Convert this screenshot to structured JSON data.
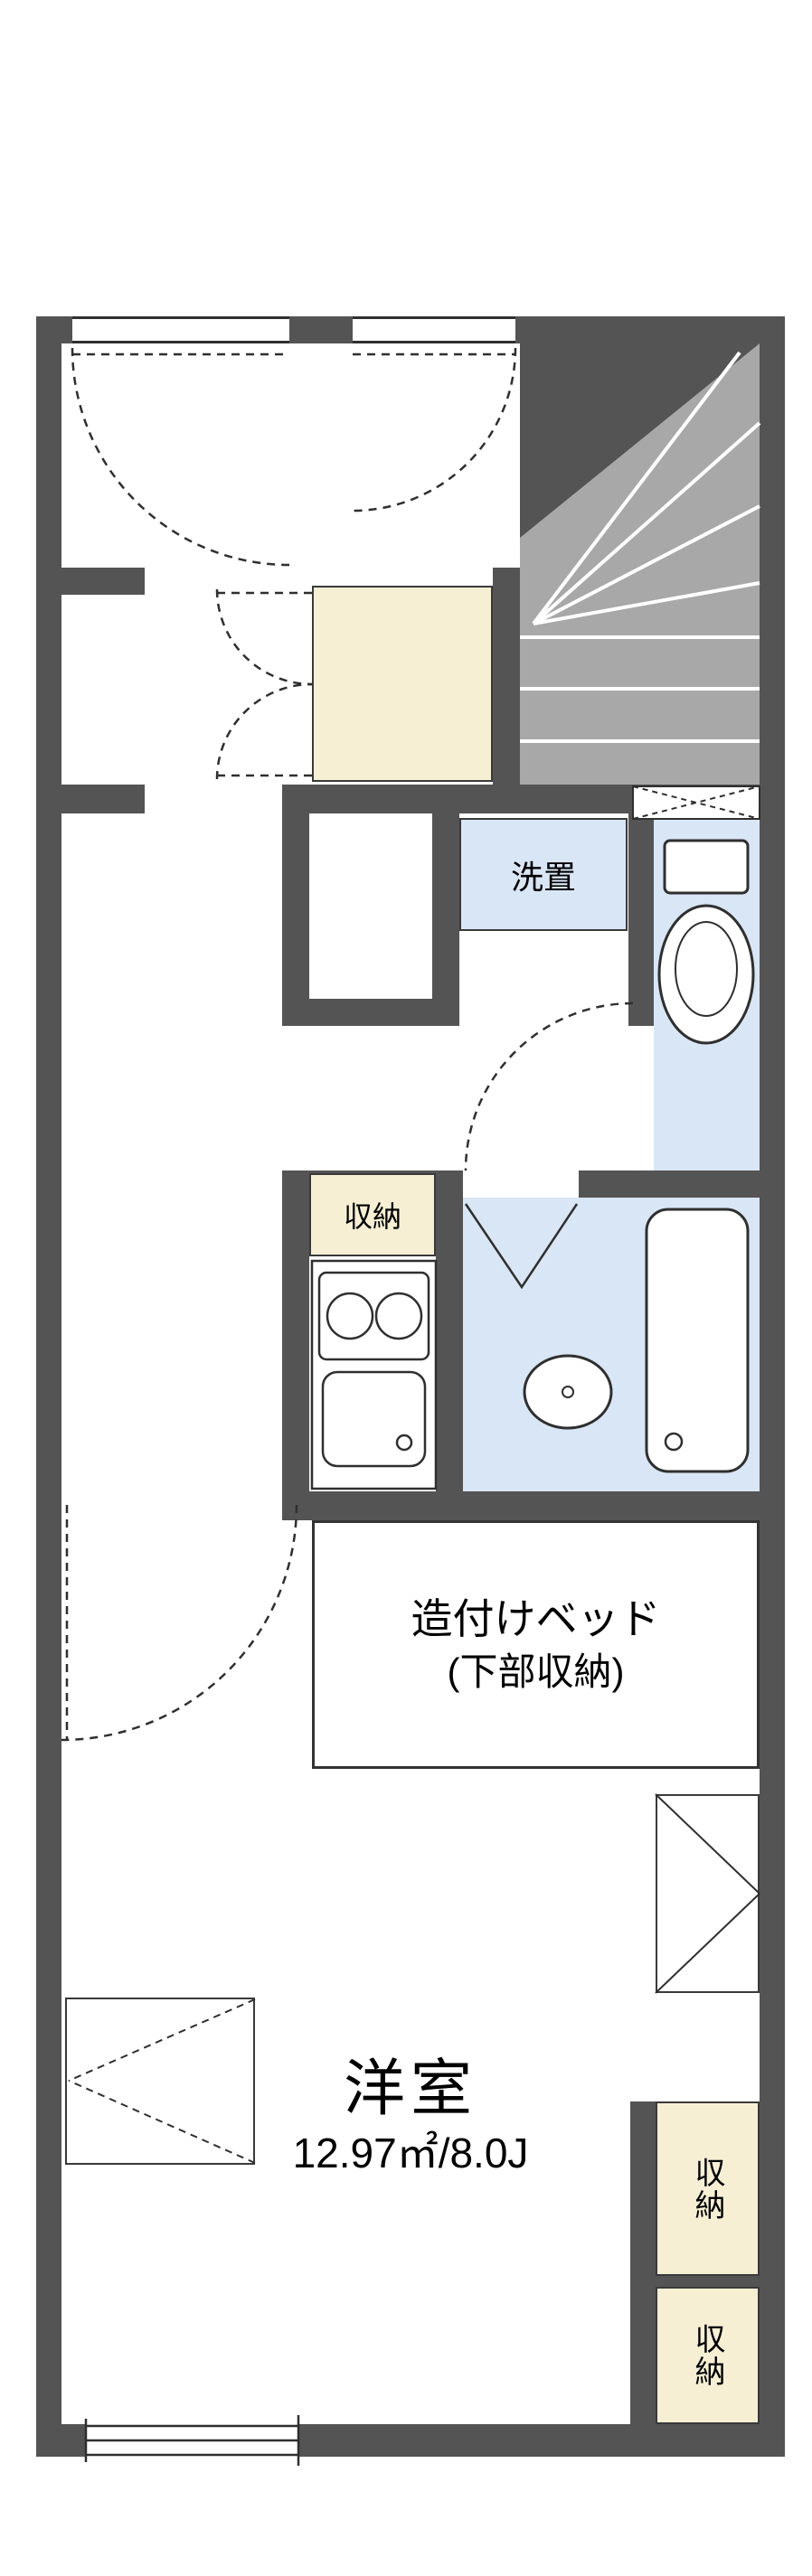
{
  "floorplan": {
    "rooms": {
      "washer_label": "洗置",
      "kitchen_storage_label": "収納",
      "bed_label_line1": "造付けベッド",
      "bed_label_line2": "(下部収納)",
      "main_room_name": "洋室",
      "main_room_size": "12.97㎡/8.0J",
      "closet_upper_label": "収納",
      "closet_lower_label": "収納"
    },
    "colors": {
      "wall": "#545454",
      "water_area_fill": "#d9e6f6",
      "storage_fill": "#f6efd4",
      "stair_fill": "#a8a8a8",
      "line": "#2f2f2f"
    }
  }
}
